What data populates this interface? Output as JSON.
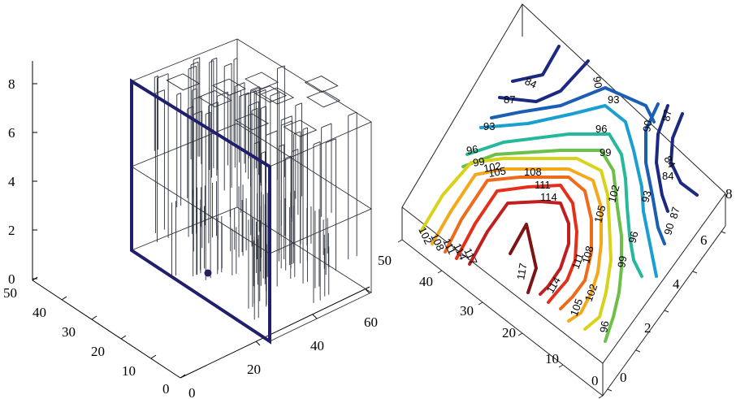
{
  "left_panel": {
    "z_ticks": [
      "0",
      "2",
      "4",
      "6",
      "8"
    ],
    "y_ticks": [
      "0",
      "10",
      "20",
      "30",
      "40",
      "50"
    ],
    "x_ticks": [
      "20",
      "40",
      "60"
    ],
    "frame_color": "#1f1f6b",
    "wire_color": "#2b2f3a"
  },
  "right_panel": {
    "left_axis_ticks": [
      "0",
      "10",
      "20",
      "30",
      "40",
      "50"
    ],
    "right_axis_ticks": [
      "0",
      "2",
      "4",
      "6",
      "8"
    ],
    "contour_labels": [
      {
        "text": "84",
        "color": "#1b2a80"
      },
      {
        "text": "87",
        "color": "#1b2a80"
      },
      {
        "text": "90",
        "color": "#1b5fb5"
      },
      {
        "text": "93",
        "color": "#1a9fd0"
      },
      {
        "text": "96",
        "color": "#26b89b"
      },
      {
        "text": "99",
        "color": "#6cc04a"
      },
      {
        "text": "102",
        "color": "#d8d21b"
      },
      {
        "text": "105",
        "color": "#f4a81c"
      },
      {
        "text": "108",
        "color": "#ef6a1a"
      },
      {
        "text": "111",
        "color": "#e4301b"
      },
      {
        "text": "114",
        "color": "#c01f1f"
      },
      {
        "text": "117",
        "color": "#7d1414"
      }
    ]
  }
}
